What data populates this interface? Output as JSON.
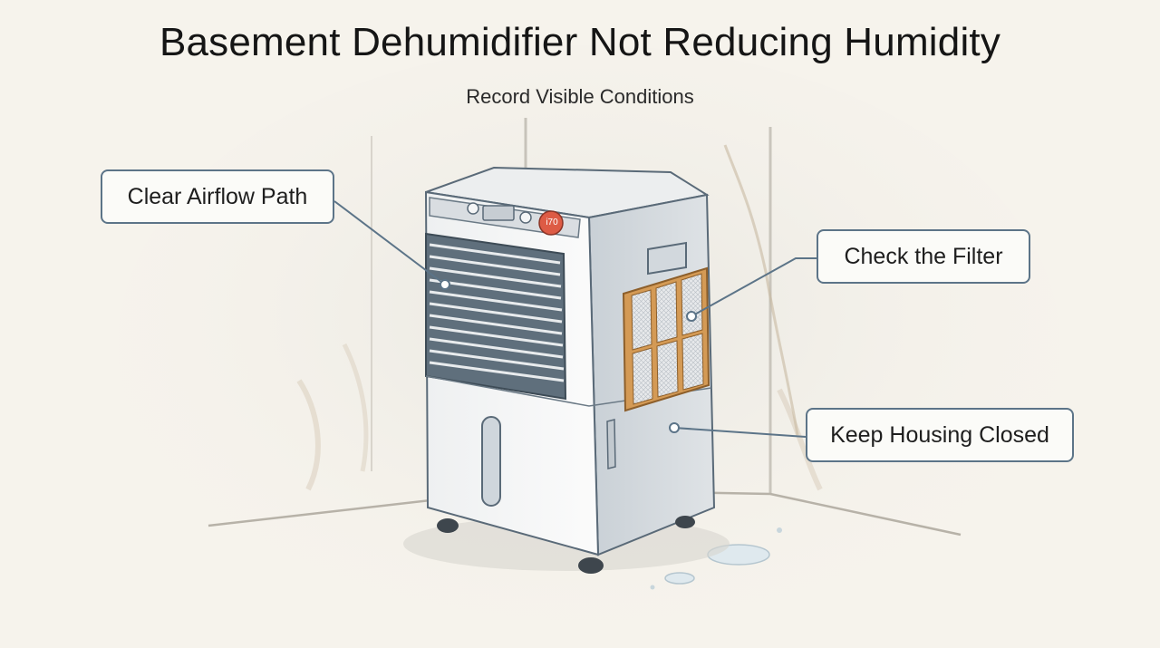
{
  "title": "Basement Dehumidifier Not Reducing Humidity",
  "subtitle": "Record Visible Conditions",
  "callouts": [
    {
      "label": "Clear Airflow Path",
      "target": "intake-grille"
    },
    {
      "label": "Check the Filter",
      "target": "side-filter"
    },
    {
      "label": "Keep Housing Closed",
      "target": "side-housing"
    }
  ],
  "display_text": "i70",
  "colors": {
    "callout_border": "#5c7488",
    "filter_frame": "#d49a55",
    "power_button": "#dd5b45",
    "background": "#f6f3ec"
  }
}
